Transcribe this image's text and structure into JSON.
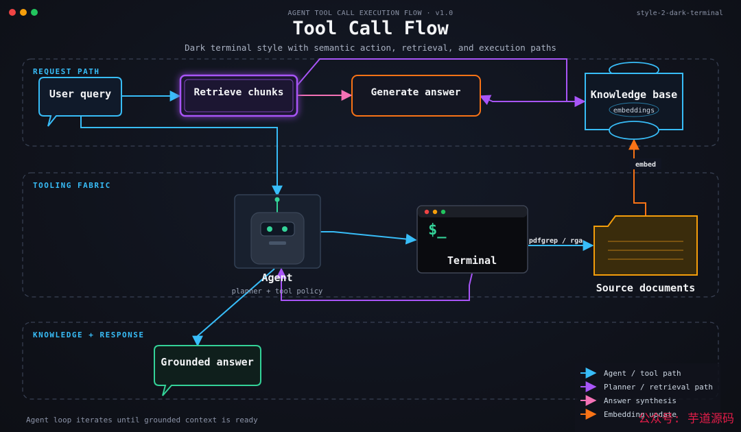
{
  "window": {
    "controls": [
      "close",
      "minimize",
      "maximize"
    ],
    "header_title": "AGENT TOOL CALL EXECUTION FLOW · v1.0",
    "style_tag": "style-2-dark-terminal"
  },
  "diagram": {
    "title": "Tool Call Flow",
    "subtitle": "Dark terminal style with semantic action, retrieval, and execution paths",
    "lanes": {
      "request": "REQUEST PATH",
      "tooling": "TOOLING FABRIC",
      "knowledge": "KNOWLEDGE + RESPONSE"
    },
    "nodes": {
      "user_query": "User query",
      "retrieve": "Retrieve chunks",
      "generate": "Generate answer",
      "kb_title": "Knowledge base",
      "kb_sub": "embeddings",
      "agent_title": "Agent",
      "agent_sub": "planner + tool policy",
      "terminal_prompt": "$_",
      "terminal_title": "Terminal",
      "source_docs": "Source documents",
      "grounded": "Grounded answer"
    },
    "edge_labels": {
      "embed": "embed",
      "pdfgrep": "pdfgrep / rga"
    },
    "footer": "Agent loop iterates until grounded context is ready",
    "legend": [
      {
        "label": "Agent / tool path",
        "color": "#38bdf8"
      },
      {
        "label": "Planner / retrieval path",
        "color": "#a855f7"
      },
      {
        "label": "Answer synthesis",
        "color": "#f472b6"
      },
      {
        "label": "Embedding update",
        "color": "#f97316"
      }
    ],
    "watermark": "公众号: 芋道源码"
  },
  "colors": {
    "blue": "#38bdf8",
    "purple": "#a855f7",
    "pink": "#f472b6",
    "orange": "#f97316",
    "green": "#34d399",
    "amber": "#f59e0b"
  }
}
